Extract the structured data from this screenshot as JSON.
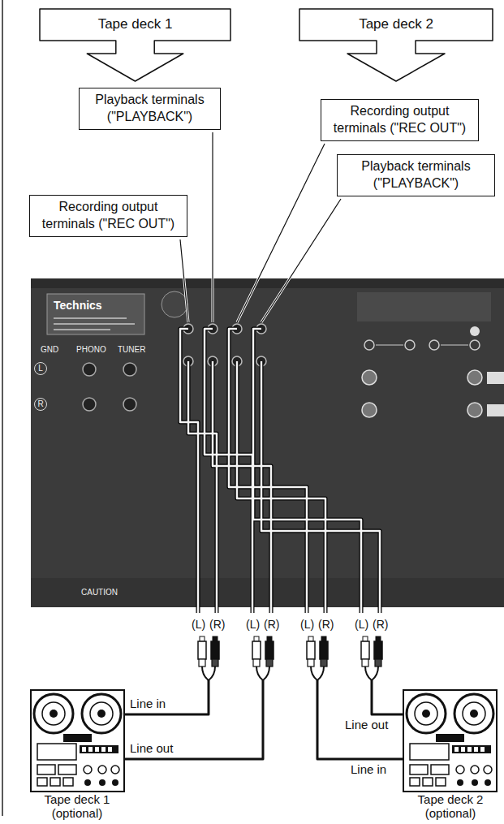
{
  "diagram": {
    "nodes": [
      {
        "text": [
          "Tape deck 1"
        ]
      },
      {
        "text": [
          "Tape deck 2"
        ]
      },
      {
        "text": [
          "Playback terminals (\"PLAYBACK\")"
        ]
      },
      {
        "text": [
          "Recording output terminals (\"REC OUT\")"
        ]
      },
      {
        "text": [
          "Playback terminals (\"PLAYBACK\")"
        ]
      },
      {
        "text": [
          "Recording output terminals (\"REC OUT\")"
        ]
      }
    ],
    "labels": [
      "Technics",
      "GND",
      "PHONO",
      "TUNER",
      "L",
      "R",
      "CAUTION",
      "(L)",
      "(R)",
      "(L)",
      "(R)",
      "(L)",
      "(R)",
      "(L)",
      "(R)",
      "Line in",
      "Line out",
      "Line out",
      "Line in",
      "Tape deck 1 (optional)",
      "Tape deck 2 (optional)"
    ]
  }
}
